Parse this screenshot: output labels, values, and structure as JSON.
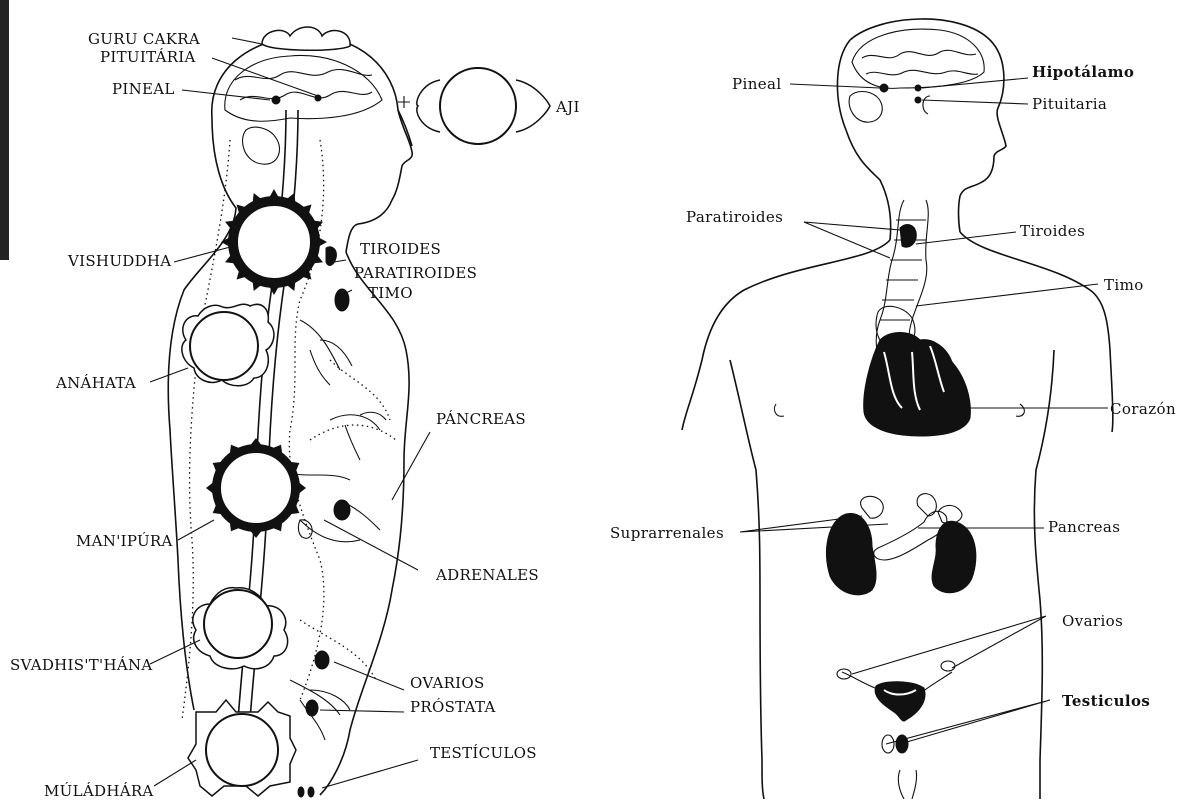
{
  "left_diagram": {
    "labels": {
      "guru_cakra": "GURU CAKRA",
      "pituitaria": "PITUITÁRIA",
      "pineal": "PINEAL",
      "ajna": "AJI",
      "vishuddha": "VISHUDDHA",
      "tiroides": "TIROIDES",
      "paratiroides": "PARATIROIDES",
      "timo": "TIMO",
      "anahata": "ANÁHATA",
      "pancreas": "PÁNCREAS",
      "manipura": "MAN'IPÚRA",
      "adrenales": "ADRENALES",
      "svadhisthana": "SVADHIS'T'HÁNA",
      "ovarios": "OVARIOS",
      "prostata": "PRÓSTATA",
      "testiculos": "TESTÍCULOS",
      "muladhara": "MÚLÁDHÁRA"
    }
  },
  "right_diagram": {
    "labels": {
      "pineal": "Pineal",
      "hipotalamo": "Hipotálamo",
      "pituitaria": "Pituitaria",
      "paratiroides": "Paratiroides",
      "tiroides": "Tiroides",
      "timo": "Timo",
      "corazon": "Corazón",
      "suprarrenales": "Suprarrenales",
      "pancreas": "Pancreas",
      "ovarios": "Ovarios",
      "testiculos": "Testiculos"
    }
  }
}
